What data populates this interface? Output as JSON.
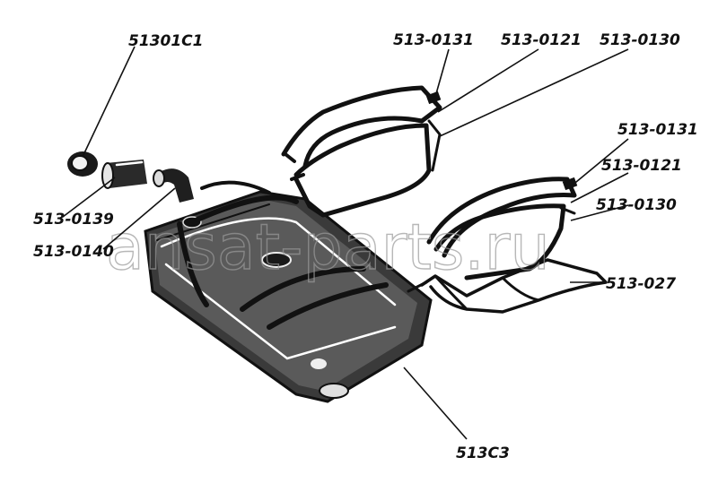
{
  "labels": {
    "cap": "51301C1",
    "bracket_top_1": "513-0131",
    "bracket_top_2": "513-0121",
    "bracket_top_3": "513-0130",
    "bracket_right_1": "513-0131",
    "bracket_right_2": "513-0121",
    "bracket_right_3": "513-0130",
    "support": "513-027",
    "hose_1": "513-0139",
    "hose_2": "513-0140",
    "tank": "513C3"
  },
  "watermark": "ansat-parts.ru"
}
